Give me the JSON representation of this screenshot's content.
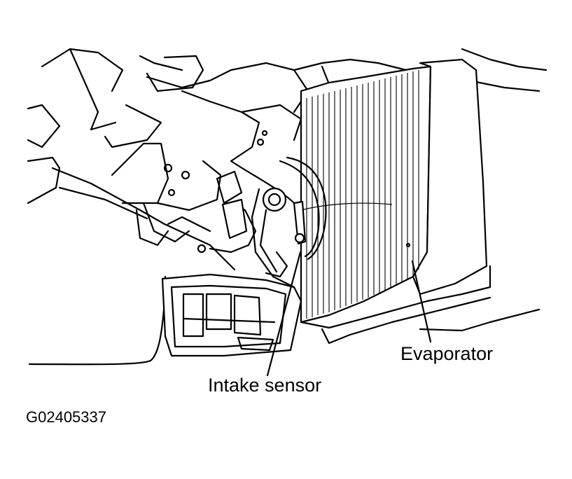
{
  "diagram": {
    "labels": {
      "evaporator": "Evaporator",
      "intake_sensor": "Intake sensor"
    },
    "figure_code": "G02405337",
    "colors": {
      "line": "#000000",
      "background": "#ffffff"
    }
  }
}
